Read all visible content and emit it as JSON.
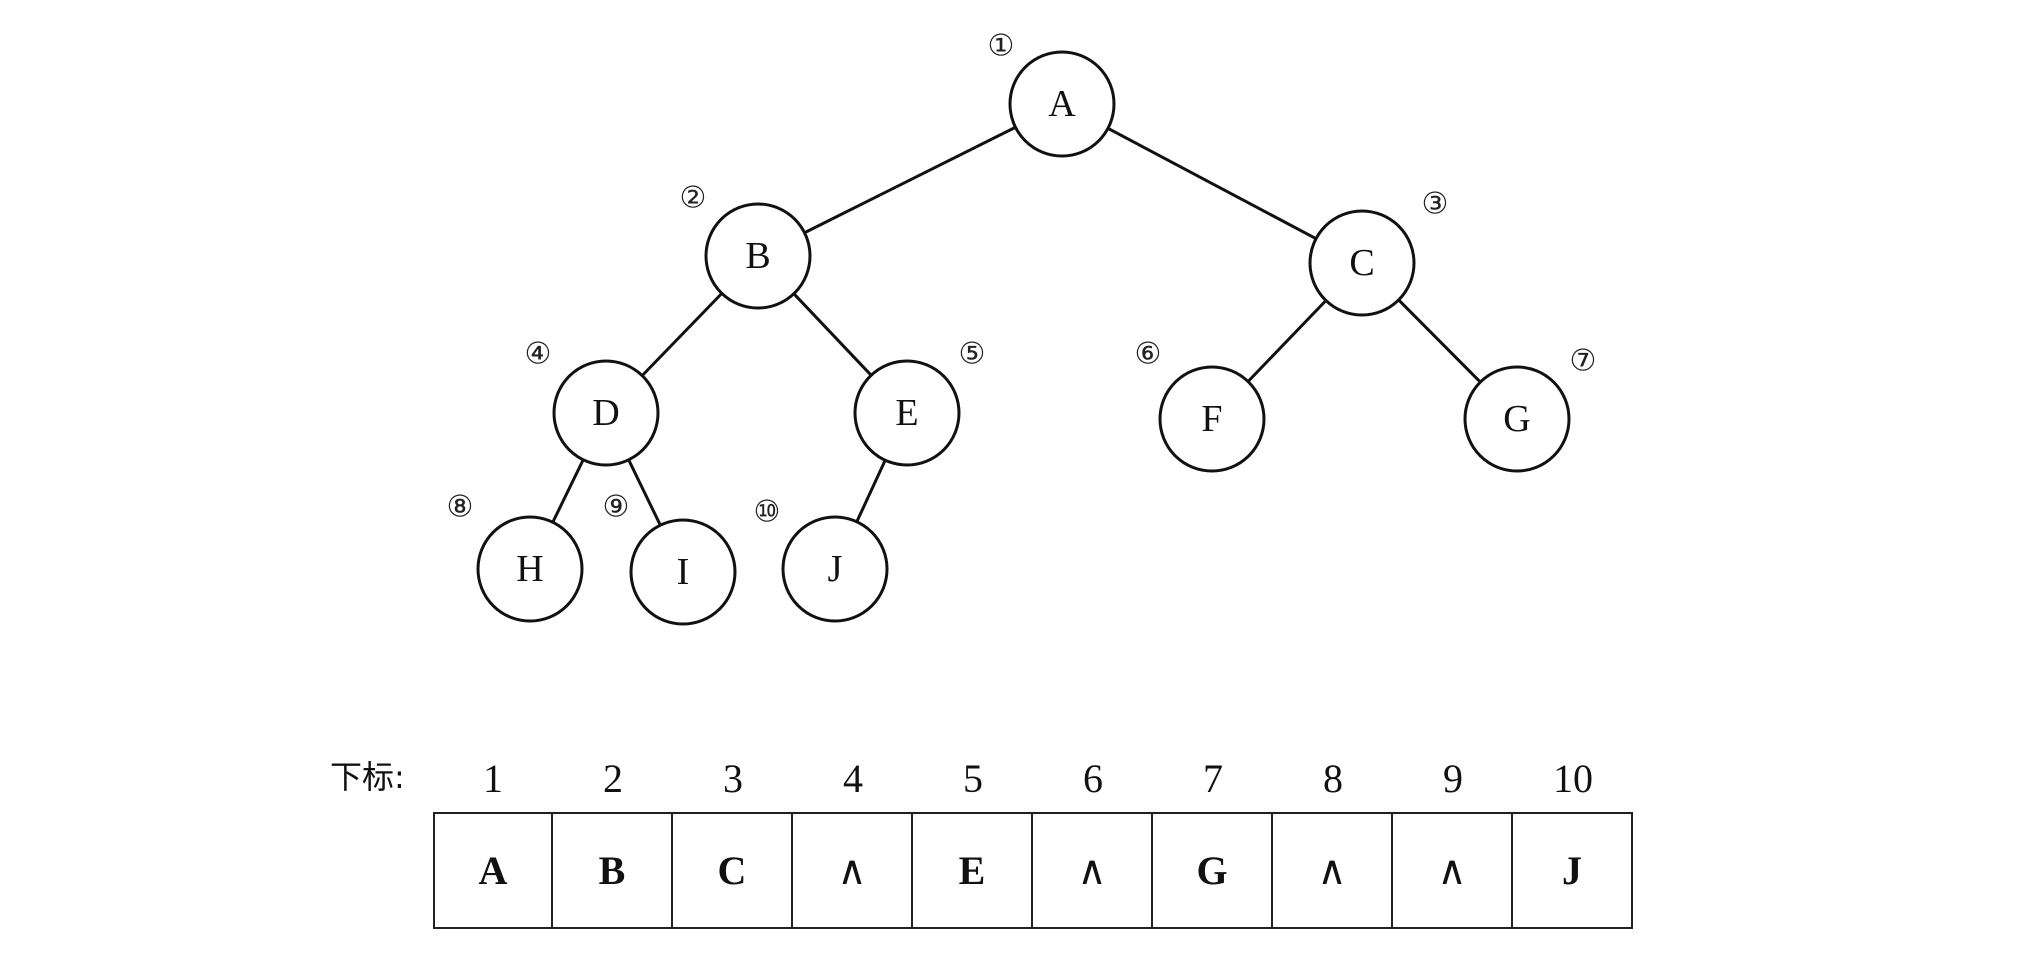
{
  "tree": {
    "nodes": [
      {
        "id": "A",
        "index": "①",
        "parent": null
      },
      {
        "id": "B",
        "index": "②",
        "parent": "A"
      },
      {
        "id": "C",
        "index": "③",
        "parent": "A"
      },
      {
        "id": "D",
        "index": "④",
        "parent": "B"
      },
      {
        "id": "E",
        "index": "⑤",
        "parent": "B"
      },
      {
        "id": "F",
        "index": "⑥",
        "parent": "C"
      },
      {
        "id": "G",
        "index": "⑦",
        "parent": "C"
      },
      {
        "id": "H",
        "index": "⑧",
        "parent": "D"
      },
      {
        "id": "I",
        "index": "⑨",
        "parent": "D"
      },
      {
        "id": "J",
        "index": "⑩",
        "parent": "E"
      }
    ]
  },
  "array": {
    "index_label": "下标:",
    "indices": [
      "1",
      "2",
      "3",
      "4",
      "5",
      "6",
      "7",
      "8",
      "9",
      "10"
    ],
    "values": [
      "A",
      "B",
      "C",
      "∧",
      "E",
      "∧",
      "G",
      "∧",
      "∧",
      "J"
    ]
  }
}
